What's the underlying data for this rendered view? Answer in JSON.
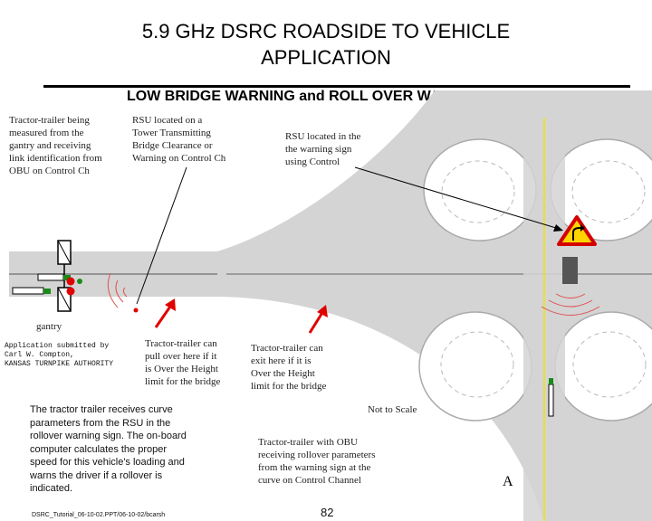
{
  "slide": {
    "title": "5.9 GHz DSRC ROADSIDE TO VEHICLE\nAPPLICATION",
    "subtitle": "LOW BRIDGE WARNING and ROLL OVER WARNING"
  },
  "labels": {
    "tractor_measured": "Tractor-trailer being\nmeasured from the\ngantry and receiving\nlink identification from\nOBU on Control Ch",
    "rsu_tower": "RSU located on a\nTower Transmitting\nBridge Clearance or\nWarning on Control Ch",
    "rsu_sign": "RSU located in the\nthe warning sign\nusing Control",
    "gantry": "gantry",
    "submitted_by": "Application submitted by\nCarl W. Compton,\nKANSAS TURNPIKE AUTHORITY",
    "pull_over": "Tractor-trailer can\npull over here if it\nis Over the Height\nlimit for the bridge",
    "exit_here": "Tractor-trailer can\nexit here if it is\nOver the Height\nlimit for the bridge",
    "not_to_scale": "Not to Scale",
    "curve_params": "The tractor trailer receives curve\nparameters from the RSU in the\nrollover warning sign.  The on-board\ncomputer calculates the proper\nspeed for this vehicle's loading and\nwarns the driver if a rollover is\nindicated.",
    "obu_receiving": "Tractor-trailer with OBU\nreceiving rollover parameters\nfrom the warning sign at the\ncurve on Control Channel",
    "letter_a": "A"
  },
  "footer": {
    "filename": "DSRC_Tutorial_06-10-02.PPT/06-10-02/bcarsh",
    "page_number": "82"
  },
  "colors": {
    "road": "#d4d4d4",
    "road_edge": "#aaaaaa",
    "lane_line": "#f2e400",
    "arrow": "#e00000",
    "signal_waves": "#e05050",
    "sign_fill": "#ffd400",
    "sign_border": "#d40000",
    "truck_green": "#1a8a1a"
  }
}
